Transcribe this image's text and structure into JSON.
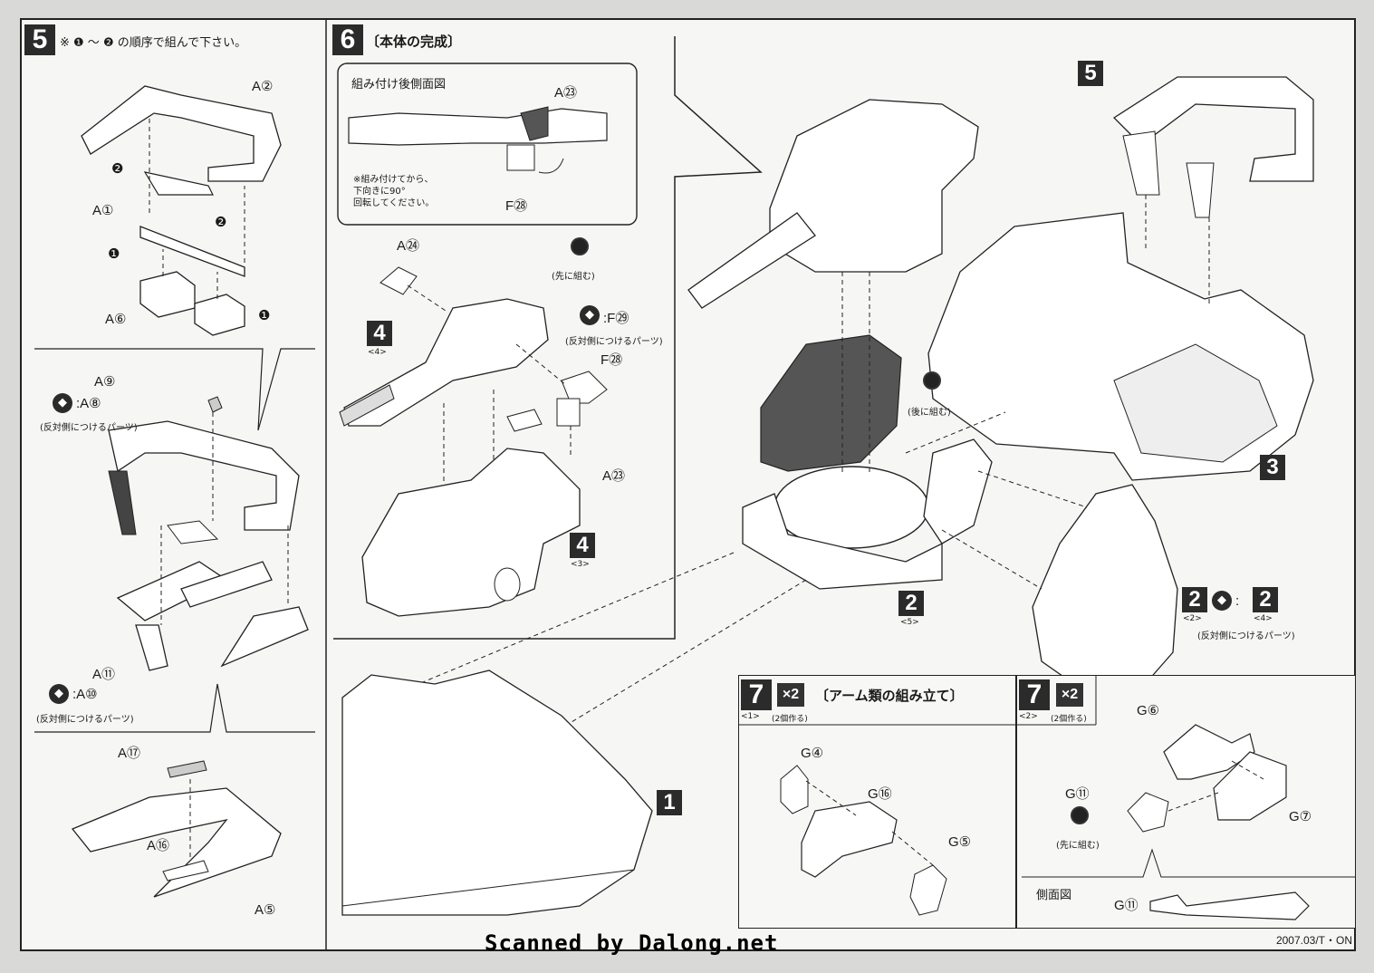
{
  "step5": {
    "number": "5",
    "order_note": "※ ❶ ～ ❷ の順序で組んで下さい。",
    "labels": {
      "a2": "A②",
      "a1": "A①",
      "a6": "A⑥",
      "a9": "A⑨",
      "a8": ":A⑧",
      "a11": "A⑪",
      "a10": ":A⑩",
      "a17": "A⑰",
      "a16": "A⑯",
      "a5": "A⑤",
      "n1a": "❶",
      "n1b": "❶",
      "n2a": "❷",
      "n2b": "❷"
    },
    "opposite_note_1": "(反対側につけるパーツ)",
    "opposite_note_2": "(反対側につけるパーツ)"
  },
  "step6": {
    "number": "6",
    "title": "〔本体の完成〕",
    "inset_title": "組み付け後側面図",
    "inset_note": "※組み付けてから、\n下向きに90°\n回転してください。",
    "labels": {
      "a23_inset": "A㉓",
      "f28_inset": "F㉘",
      "a24": "A㉔",
      "f29": ":F㉙",
      "f28": "F㉘",
      "a23": "A㉓"
    },
    "first_assemble": "(先に組む)",
    "opposite_note": "(反対側につけるパーツ)",
    "sub4a": "4",
    "sub4a_small": "<4>",
    "sub4b": "4",
    "sub4b_small": "<3>"
  },
  "main": {
    "labels": {
      "n5": "5",
      "n3": "3",
      "n2": "2",
      "n2_small": "<5>",
      "n2b": "2",
      "n2b_small": "<2>",
      "n2c": "2",
      "n2c_small": "<4>",
      "n1": "1"
    },
    "after_assemble": "(後に組む)",
    "opposite_note": "(反対側につけるパーツ)"
  },
  "step7_1": {
    "number": "7",
    "sub": "<1>",
    "count": "×2",
    "count_note": "(2個作る)",
    "title": "〔アーム類の組み立て〕",
    "labels": {
      "g4": "G④",
      "g16": "G⑯",
      "g5": "G⑤"
    }
  },
  "step7_2": {
    "number": "7",
    "sub": "<2>",
    "count": "×2",
    "count_note": "(2個作る)",
    "labels": {
      "g6": "G⑥",
      "g11": "G⑪",
      "g7": "G⑦",
      "g11b": "G⑪"
    },
    "first_assemble": "(先に組む)",
    "side_view": "側面図"
  },
  "footer": {
    "credit": "Scanned by Dalong.net",
    "date": "2007.03/T・ON"
  }
}
